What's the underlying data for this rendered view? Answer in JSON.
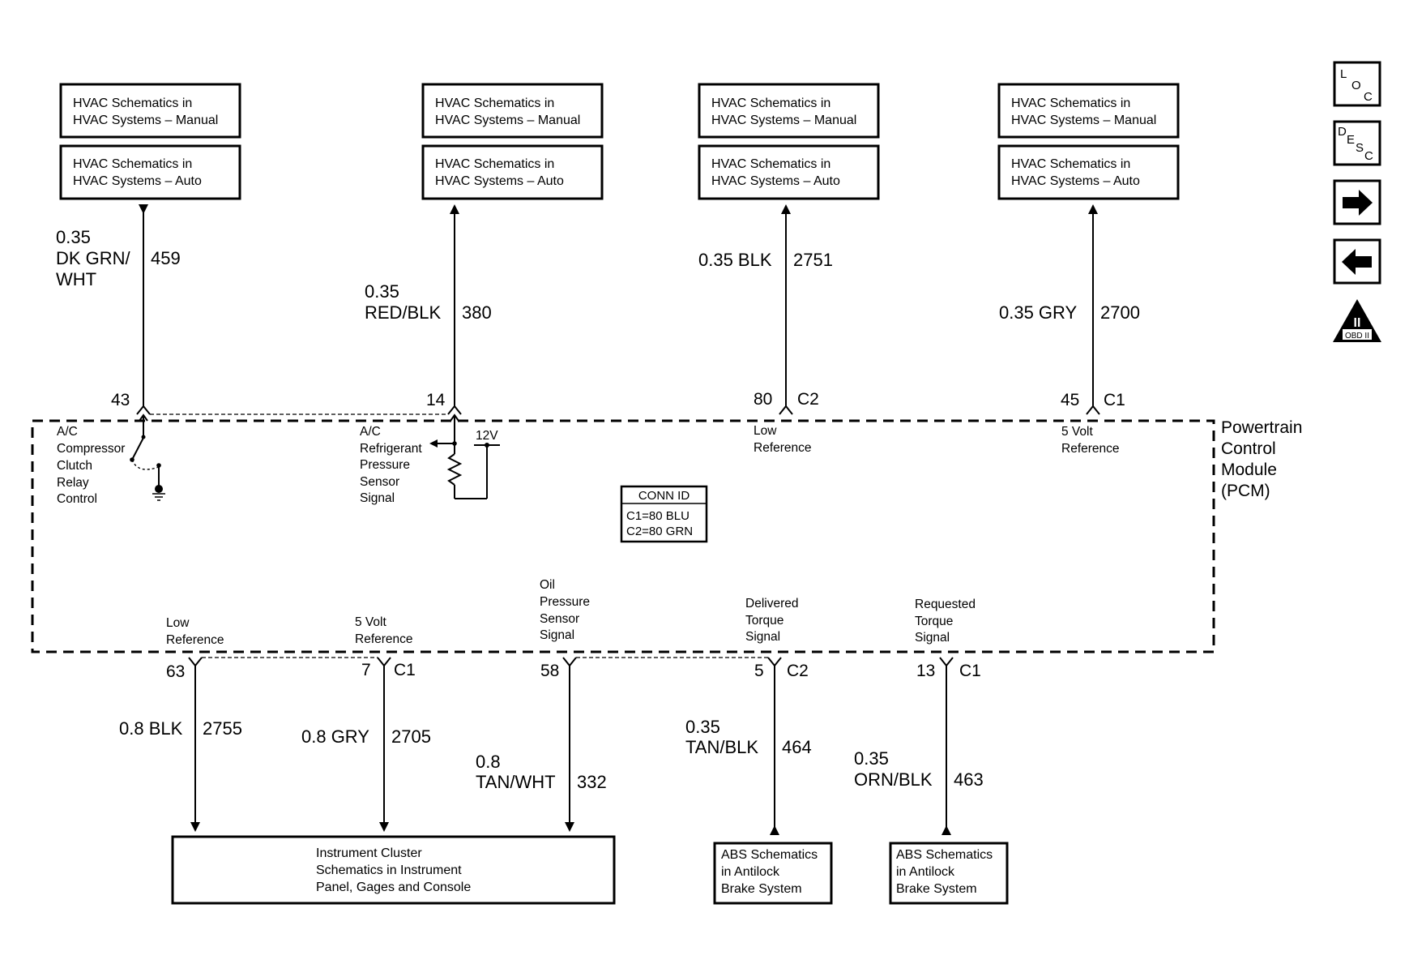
{
  "top_boxes": [
    {
      "manual": [
        "HVAC Schematics in",
        "HVAC Systems – Manual"
      ],
      "auto": [
        "HVAC Schematics in",
        "HVAC Systems – Auto"
      ]
    },
    {
      "manual": [
        "HVAC Schematics in",
        "HVAC Systems – Manual"
      ],
      "auto": [
        "HVAC Schematics in",
        "HVAC Systems – Auto"
      ]
    },
    {
      "manual": [
        "HVAC Schematics in",
        "HVAC Systems – Manual"
      ],
      "auto": [
        "HVAC Schematics in",
        "HVAC Systems – Auto"
      ]
    },
    {
      "manual": [
        "HVAC Schematics in",
        "HVAC Systems – Manual"
      ],
      "auto": [
        "HVAC Schematics in",
        "HVAC Systems – Auto"
      ]
    }
  ],
  "top_wires": [
    {
      "gauge_color": [
        "0.35",
        "DK GRN/",
        "WHT"
      ],
      "circuit": "459",
      "pin": "43",
      "connector": "",
      "direction": "down"
    },
    {
      "gauge_color": [
        "0.35",
        "RED/BLK"
      ],
      "circuit": "380",
      "pin": "14",
      "connector": "",
      "direction": "up"
    },
    {
      "gauge_color": [
        "0.35 BLK"
      ],
      "circuit": "2751",
      "pin": "80",
      "connector": "C2",
      "direction": "up"
    },
    {
      "gauge_color": [
        "0.35 GRY"
      ],
      "circuit": "2700",
      "pin": "45",
      "connector": "C1",
      "direction": "up"
    }
  ],
  "pcm": {
    "title": [
      "Powertrain",
      "Control",
      "Module",
      "(PCM)"
    ],
    "top_labels": [
      [
        "A/C",
        "Compressor",
        "Clutch",
        "Relay",
        "Control"
      ],
      [
        "A/C",
        "Refrigerant",
        "Pressure",
        "Sensor",
        "Signal"
      ],
      [
        "Low",
        "Reference"
      ],
      [
        "5 Volt",
        "Reference"
      ]
    ],
    "voltage_label": "12V",
    "bottom_labels": [
      [
        "Low",
        "Reference"
      ],
      [
        "5 Volt",
        "Reference"
      ],
      [
        "Oil",
        "Pressure",
        "Sensor",
        "Signal"
      ],
      [
        "Delivered",
        "Torque",
        "Signal"
      ],
      [
        "Requested",
        "Torque",
        "Signal"
      ]
    ],
    "conn_id": {
      "title": "CONN ID",
      "lines": [
        "C1=80 BLU",
        "C2=80 GRN"
      ]
    }
  },
  "bottom_wires": [
    {
      "pin": "63",
      "connector": "",
      "gauge_color": [
        "0.8 BLK"
      ],
      "circuit": "2755",
      "direction": "down"
    },
    {
      "pin": "7",
      "connector": "C1",
      "gauge_color": [
        "0.8 GRY"
      ],
      "circuit": "2705",
      "direction": "down"
    },
    {
      "pin": "58",
      "connector": "",
      "gauge_color": [
        "0.8",
        "TAN/WHT"
      ],
      "circuit": "332",
      "direction": "down"
    },
    {
      "pin": "5",
      "connector": "C2",
      "gauge_color": [
        "0.35",
        "TAN/BLK"
      ],
      "circuit": "464",
      "direction": "up"
    },
    {
      "pin": "13",
      "connector": "C1",
      "gauge_color": [
        "0.35",
        "ORN/BLK"
      ],
      "circuit": "463",
      "direction": "up"
    }
  ],
  "bottom_boxes": [
    [
      "Instrument Cluster",
      "Schematics in Instrument",
      "Panel, Gages and Console"
    ],
    [
      "ABS Schematics",
      "in Antilock",
      "Brake System"
    ],
    [
      "ABS Schematics",
      "in Antilock",
      "Brake System"
    ]
  ],
  "nav": {
    "loc": [
      "L",
      "O",
      "C"
    ],
    "desc": [
      "D",
      "E",
      "S",
      "C"
    ],
    "forward_icon": "arrow-right-icon",
    "back_icon": "arrow-left-icon",
    "obd_numeral": "II",
    "obd_label": "OBD II"
  }
}
